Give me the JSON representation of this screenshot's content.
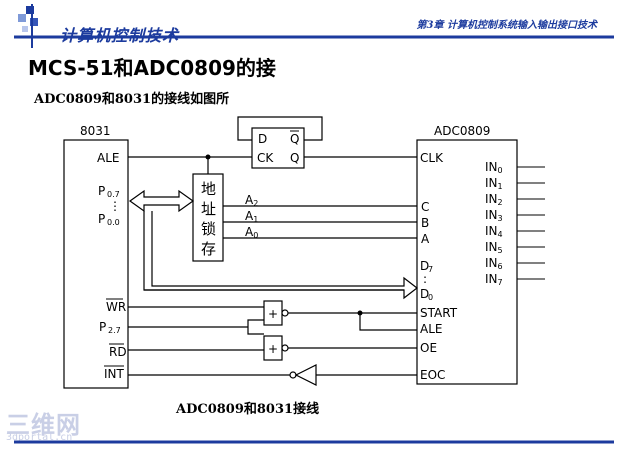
{
  "header": {
    "section_title": "计算机控制技术",
    "chapter_title": "第3章  计算机控制系统输入输出接口技术"
  },
  "title": "MCS-51和ADC0809的接",
  "subtitle": "ADC0809和8031的接线如图所",
  "caption": "ADC0809和8031接线",
  "watermark": {
    "main": "三维网",
    "sub": "3dportal.cn"
  },
  "colors": {
    "accent_blue": "#1c3b9e",
    "line": "#000000"
  },
  "diagram": {
    "mcu": {
      "name": "8031",
      "pins": {
        "ale": "ALE",
        "p07": "P",
        "p07_sub": "0.7",
        "dots": "⋮",
        "p00": "P",
        "p00_sub": "0.0",
        "wr": "WR",
        "p27": "P",
        "p27_sub": "2.7",
        "rd": "RD",
        "int": "INT"
      }
    },
    "latch": {
      "chars": [
        "地",
        "址",
        "锁",
        "存"
      ],
      "outputs": [
        {
          "name": "A",
          "sub": "2"
        },
        {
          "name": "A",
          "sub": "1"
        },
        {
          "name": "A",
          "sub": "0"
        }
      ]
    },
    "flipflop": {
      "d": "D",
      "q": "Q",
      "ck": "CK",
      "qbar": "Q"
    },
    "adc": {
      "name": "ADC0809",
      "pins": {
        "clk": "CLK",
        "c": "C",
        "b": "B",
        "a": "A",
        "d7": "D",
        "d7_sub": "7",
        "colon": ":",
        "d0": "D",
        "d0_sub": "0",
        "start": "START",
        "ale": "ALE",
        "oe": "OE",
        "eoc": "EOC"
      },
      "inputs": [
        {
          "name": "IN",
          "sub": "0"
        },
        {
          "name": "IN",
          "sub": "1"
        },
        {
          "name": "IN",
          "sub": "2"
        },
        {
          "name": "IN",
          "sub": "3"
        },
        {
          "name": "IN",
          "sub": "4"
        },
        {
          "name": "IN",
          "sub": "5"
        },
        {
          "name": "IN",
          "sub": "6"
        },
        {
          "name": "IN",
          "sub": "7"
        }
      ]
    },
    "gate_symbol": "+"
  }
}
